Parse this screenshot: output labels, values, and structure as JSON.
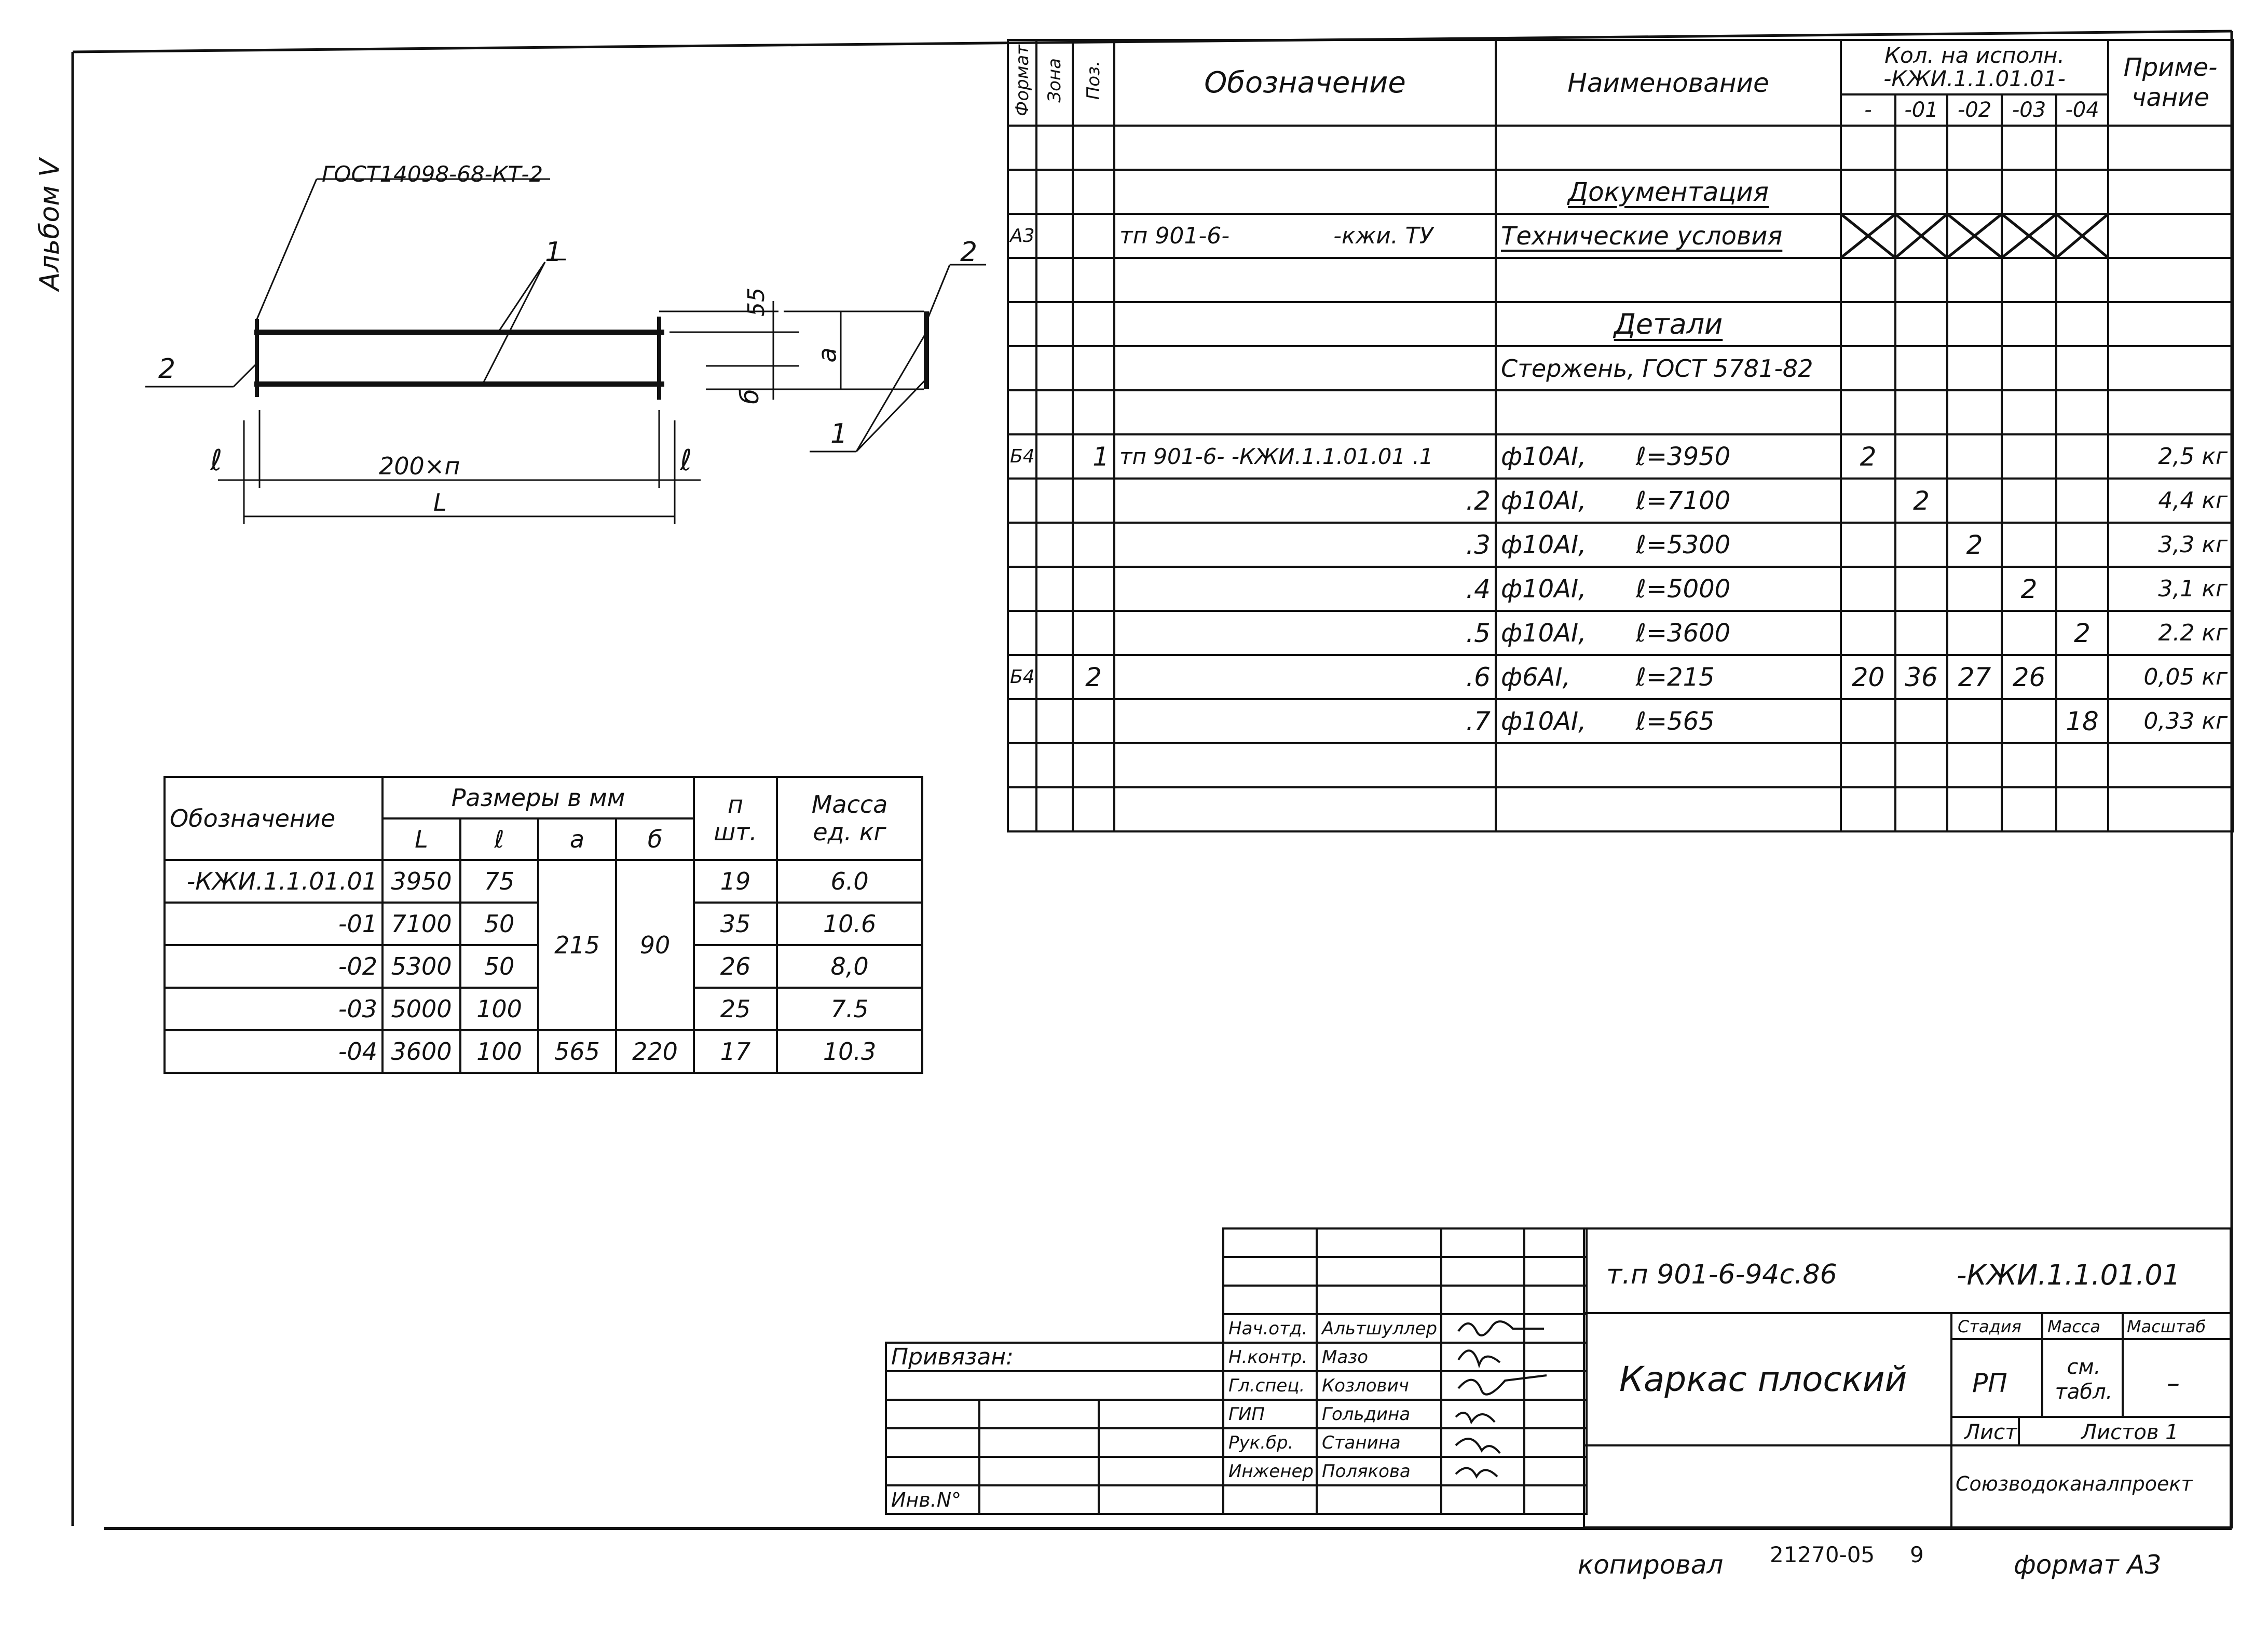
{
  "margin_note": "Альбом V",
  "drawing": {
    "standard_label": "ГОСТ14098-68-КТ-2",
    "callout_1a": "1",
    "callout_1b": "1",
    "callout_2a": "2",
    "callout_2b": "2",
    "dim_55": "55",
    "dim_a": "а",
    "dim_b": "б",
    "dim_l_left": "ℓ",
    "dim_l_right": "ℓ",
    "dim_200n": "200×п",
    "dim_L": "L"
  },
  "sizes_table": {
    "h_designation": "Обозначение",
    "h_sizes": "Размеры   в мм",
    "h_L": "L",
    "h_l": "ℓ",
    "h_a": "а",
    "h_b": "б",
    "h_n": "п\nшт.",
    "h_mass": "Масса\nед. кг",
    "rows": [
      {
        "designation": "-КЖИ.1.1.01.01",
        "L": "3950",
        "l": "75",
        "n": "19",
        "mass": "6.0"
      },
      {
        "designation": "-01",
        "L": "7100",
        "l": "50",
        "n": "35",
        "mass": "10.6"
      },
      {
        "designation": "-02",
        "L": "5300",
        "l": "50",
        "n": "26",
        "mass": "8,0"
      },
      {
        "designation": "-03",
        "L": "5000",
        "l": "100",
        "n": "25",
        "mass": "7.5"
      },
      {
        "designation": "-04",
        "L": "3600",
        "l": "100",
        "n": "17",
        "mass": "10.3"
      }
    ],
    "a_merged": "215",
    "b_merged": "90",
    "a_last": "565",
    "b_last": "220"
  },
  "spec": {
    "h_format": "Формат",
    "h_zone": "Зона",
    "h_pos": "Поз.",
    "h_designation": "Обозначение",
    "h_name": "Наименование",
    "h_qty": "Кол. на исполн. -КЖИ.1.1.01.01-",
    "h_var": [
      "-",
      "-01",
      "-02",
      "-03",
      "-04"
    ],
    "h_note": "Приме-\nчание",
    "section_docs": "Документация",
    "doc_row": {
      "format": "А3",
      "designation_a": "тп 901-6-",
      "designation_b": "-кжи. ТУ",
      "name": "Технические условия"
    },
    "section_parts": "Детали",
    "sub_section": "Стержень, ГОСТ 5781-82",
    "rows": [
      {
        "format": "Б4",
        "pos": "1",
        "designation": "тп 901-6-      -КЖИ.1.1.01.01 .1",
        "name": "ф10АI,",
        "len": "ℓ=3950",
        "q": [
          "2",
          "",
          "",
          "",
          ""
        ],
        "note": "2,5 кг"
      },
      {
        "format": "",
        "pos": "",
        "designation": ".2",
        "name": "ф10АI,",
        "len": "ℓ=7100",
        "q": [
          "",
          "2",
          "",
          "",
          ""
        ],
        "note": "4,4 кг"
      },
      {
        "format": "",
        "pos": "",
        "designation": ".3",
        "name": "ф10АI,",
        "len": "ℓ=5300",
        "q": [
          "",
          "",
          "2",
          "",
          ""
        ],
        "note": "3,3 кг"
      },
      {
        "format": "",
        "pos": "",
        "designation": ".4",
        "name": "ф10АI,",
        "len": "ℓ=5000",
        "q": [
          "",
          "",
          "",
          "2",
          ""
        ],
        "note": "3,1 кг"
      },
      {
        "format": "",
        "pos": "",
        "designation": ".5",
        "name": "ф10АI,",
        "len": "ℓ=3600",
        "q": [
          "",
          "",
          "",
          "",
          "2"
        ],
        "note": "2.2 кг"
      },
      {
        "format": "Б4",
        "pos": "2",
        "designation": ".6",
        "name": "ф6АI,",
        "len": "ℓ=215",
        "q": [
          "20",
          "36",
          "27",
          "26",
          ""
        ],
        "note": "0,05 кг"
      },
      {
        "format": "",
        "pos": "",
        "designation": ".7",
        "name": "ф10АI,",
        "len": "ℓ=565",
        "q": [
          "",
          "",
          "",
          "",
          "18"
        ],
        "note": "0,33 кг"
      }
    ]
  },
  "title_block": {
    "doc_code": "т.п 901-6-94с.86",
    "doc_suffix": "-КЖИ.1.1.01.01",
    "title": "Каркас плоский",
    "stage_h": "Стадия",
    "mass_h": "Масса",
    "scale_h": "Масштаб",
    "stage_v": "РП",
    "mass_v": "см. табл.",
    "scale_v": "–",
    "sheet_h": "Лист",
    "sheets_h": "Листов 1",
    "org": "Союзводоканалпроект",
    "bound_to": "Привязан:",
    "inv_no": "Инв.N°",
    "signatories": [
      {
        "role": "Нач.отд.",
        "name": "Альтшуллер"
      },
      {
        "role": "Н.контр.",
        "name": "Мазо"
      },
      {
        "role": "Гл.спец.",
        "name": "Козлович"
      },
      {
        "role": "ГИП",
        "name": "Гольдина"
      },
      {
        "role": "Рук.бр.",
        "name": "Станина"
      },
      {
        "role": "Инженер",
        "name": "Полякова"
      }
    ]
  },
  "footer": {
    "copied": "копировал",
    "code": "21270-05",
    "sheet": "9",
    "format": "формат А3"
  }
}
